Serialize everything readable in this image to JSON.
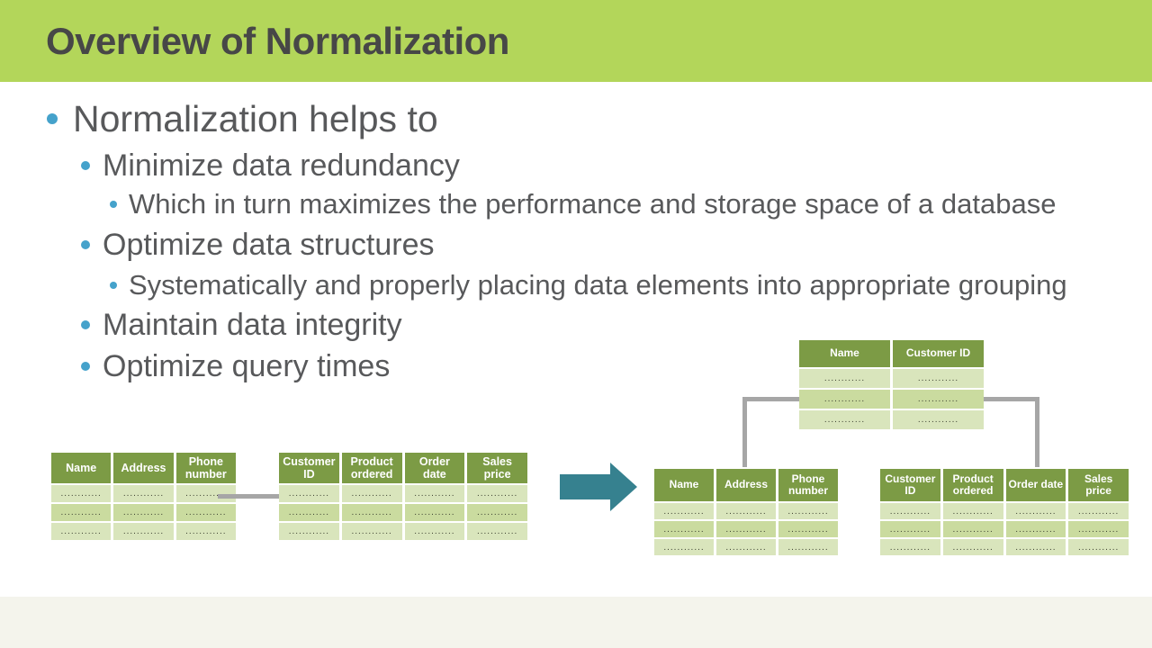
{
  "slide": {
    "title": "Overview of Normalization",
    "bullets": [
      {
        "level": 1,
        "text": "Normalization helps to"
      },
      {
        "level": 2,
        "text": "Minimize data redundancy"
      },
      {
        "level": 3,
        "text": "Which in turn maximizes the performance and storage space of a database"
      },
      {
        "level": 2,
        "text": "Optimize data structures"
      },
      {
        "level": 3,
        "text": "Systematically and properly placing data elements into appropriate grouping"
      },
      {
        "level": 2,
        "text": "Maintain data integrity"
      },
      {
        "level": 2,
        "text": "Optimize query times"
      }
    ]
  },
  "diagram": {
    "cell_placeholder": "............",
    "before": {
      "customer_table": {
        "columns": [
          "Name",
          "Address",
          "Phone number"
        ],
        "rows": 3
      },
      "order_table": {
        "columns": [
          "Customer ID",
          "Product ordered",
          "Order date",
          "Sales price"
        ],
        "rows": 3
      }
    },
    "after": {
      "link_table": {
        "columns": [
          "Name",
          "Customer ID"
        ],
        "rows": 3
      },
      "customer_table": {
        "columns": [
          "Name",
          "Address",
          "Phone number"
        ],
        "rows": 3
      },
      "order_table": {
        "columns": [
          "Customer ID",
          "Product ordered",
          "Order date",
          "Sales price"
        ],
        "rows": 3
      }
    }
  },
  "colors": {
    "title_bar_green": "#b3d65a",
    "title_text": "#474747",
    "body_text": "#58595b",
    "bullet_blue": "#45a2cb",
    "table_header_green": "#7c9b45",
    "table_row_light": "#d9e5bc",
    "table_row_dark": "#cadb9f",
    "connector_gray": "#a6a6a6",
    "arrow_teal": "#36818f",
    "footer_cream": "#f4f4ec"
  }
}
